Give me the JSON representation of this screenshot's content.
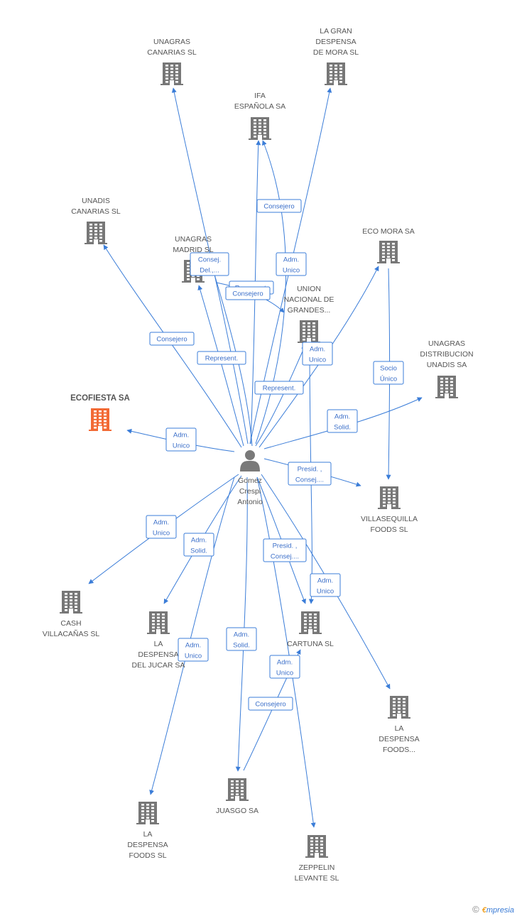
{
  "person": {
    "label": [
      "Gomez",
      "Crespi",
      "Antonio"
    ]
  },
  "colors": {
    "edge": "#3b7dd8",
    "building": "#777777",
    "focus_building": "#f26a35",
    "person": "#7a7a7a"
  },
  "companies": [
    {
      "id": "unagras_canarias",
      "label": [
        "UNAGRAS",
        "CANARIAS SL"
      ]
    },
    {
      "id": "la_gran_despensa",
      "label": [
        "LA GRAN",
        "DESPENSA",
        "DE MORA SL"
      ]
    },
    {
      "id": "ifa_espanola",
      "label": [
        "IFA",
        "ESPAÑOLA SA"
      ]
    },
    {
      "id": "unadis_canarias",
      "label": [
        "UNADIS",
        "CANARIAS SL"
      ]
    },
    {
      "id": "unagras_madrid",
      "label": [
        "UNAGRAS",
        "MADRID SL"
      ]
    },
    {
      "id": "eco_mora",
      "label": [
        "ECO MORA SA"
      ]
    },
    {
      "id": "union_nacional",
      "label": [
        "UNION",
        "NACIONAL DE",
        "GRANDES..."
      ]
    },
    {
      "id": "unagras_distribucion",
      "label": [
        "UNAGRAS",
        "DISTRIBUCION",
        "UNADIS SA"
      ]
    },
    {
      "id": "ecofiesta",
      "label": [
        "ECOFIESTA SA"
      ],
      "focus": true
    },
    {
      "id": "villasequilla",
      "label": [
        "VILLASEQUILLA",
        "FOODS SL"
      ]
    },
    {
      "id": "cash_villacanas",
      "label": [
        "CASH",
        "VILLACAÑAS SL"
      ]
    },
    {
      "id": "la_despensa_jucar",
      "label": [
        "LA",
        "DESPENSA",
        "DEL JUCAR SA"
      ]
    },
    {
      "id": "cartuna",
      "label": [
        "CARTUNA SL"
      ]
    },
    {
      "id": "la_despensa_foods_dots",
      "label": [
        "LA",
        "DESPENSA",
        "FOODS..."
      ]
    },
    {
      "id": "juasgo",
      "label": [
        "JUASGO SA"
      ]
    },
    {
      "id": "la_despensa_foods_sl",
      "label": [
        "LA",
        "DESPENSA",
        "FOODS SL"
      ]
    },
    {
      "id": "zeppelin",
      "label": [
        "ZEPPELIN",
        "LEVANTE SL"
      ]
    }
  ],
  "relations": [
    {
      "id": "r1",
      "label": [
        "Consejero"
      ]
    },
    {
      "id": "r2",
      "label": [
        "Adm.",
        "Unico"
      ]
    },
    {
      "id": "r3",
      "label": [
        "Consej.",
        "Del.,..."
      ]
    },
    {
      "id": "r4",
      "label": [
        "Represent."
      ]
    },
    {
      "id": "r5",
      "label": [
        "Consejero"
      ]
    },
    {
      "id": "r6",
      "label": [
        "Consejero"
      ]
    },
    {
      "id": "r7",
      "label": [
        "Represent."
      ]
    },
    {
      "id": "r8",
      "label": [
        "Adm.",
        "Unico"
      ]
    },
    {
      "id": "r9",
      "label": [
        "Represent."
      ]
    },
    {
      "id": "r10",
      "label": [
        "Socio",
        "Único"
      ]
    },
    {
      "id": "r11",
      "label": [
        "Adm.",
        "Solid."
      ]
    },
    {
      "id": "r12",
      "label": [
        "Adm.",
        "Unico"
      ]
    },
    {
      "id": "r13",
      "label": [
        "Presid. ,",
        "Consej...."
      ]
    },
    {
      "id": "r14",
      "label": [
        "Adm.",
        "Unico"
      ]
    },
    {
      "id": "r15",
      "label": [
        "Adm.",
        "Solid."
      ]
    },
    {
      "id": "r16",
      "label": [
        "Presid. ,",
        "Consej...."
      ]
    },
    {
      "id": "r17",
      "label": [
        "Adm.",
        "Unico"
      ]
    },
    {
      "id": "r18",
      "label": [
        "Adm.",
        "Unico"
      ]
    },
    {
      "id": "r19",
      "label": [
        "Adm.",
        "Solid."
      ]
    },
    {
      "id": "r20",
      "label": [
        "Adm.",
        "Unico"
      ]
    },
    {
      "id": "r21",
      "label": [
        "Consejero"
      ]
    }
  ],
  "brand": {
    "copyright": "©",
    "first_letter": "€",
    "rest": "mpresia"
  }
}
